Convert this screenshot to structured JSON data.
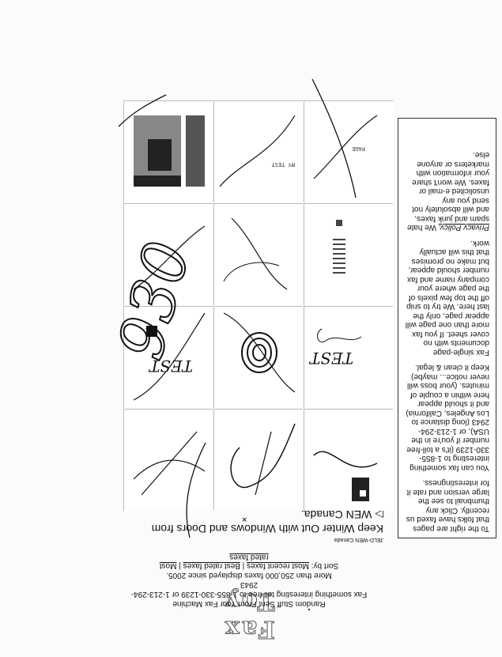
{
  "logo": {
    "text": "Fax Toy"
  },
  "tagline": {
    "line1": "Random Stuff Sent From Your Fax Machine",
    "line2": "Fax something interesting toll free to 1-855-330-1239 or 1-213-294-2943",
    "line3": "More than 250,000 faxes displayed since 2005."
  },
  "sort": {
    "prefix": "Sort by:",
    "most_recent": "Most recent faxes",
    "sep1": "|",
    "best_rated": "Best rated faxes",
    "sep2": "|",
    "most_rated": "Most rated faxes"
  },
  "ad": {
    "source": "JELD-WEN Canada",
    "headline": "Keep Winter Out with Windows and Doors from",
    "brand": "WEN Canada."
  },
  "sidebar": {
    "p1": "To the right are pages that folks have faxed us recently. Click any thumbnail to see the large version and rate it for interestingness.",
    "p2": "You can fax something interesting to 1-855-330-1239 (it's a toll-free number if you're in the USA), or 1-213-294-2943 (long distance to Los Angeles, California) and it should appear here within a couple of minutes. (your boss will never notice... maybe) Keep it clean & legal.",
    "p3": "Fax single-page documents with no cover sheet. If you fax more than one page will appear page, only the last here. We try to snip off the top few pixels of the page where your company name and fax number should appear, but make no promises that this will actually work.",
    "p4_link": "Privacy Policy.",
    "p4": "We hate spam and junk faxes, and will absolutely not send you any unsolicited e-mail or faxes. We won't share your information with marketers or anyone else."
  },
  "thumbs": {
    "t_test1": "TEST",
    "t_test2": "TEST",
    "t_my_test": "MY TEST",
    "t_page": "PAGE"
  },
  "handwriting": {
    "text": "930"
  },
  "colors": {
    "ink": "#111111",
    "paper": "#fbfbfb",
    "border": "#333333"
  }
}
